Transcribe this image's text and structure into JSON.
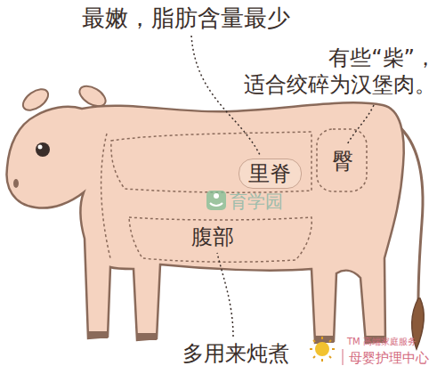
{
  "diagram": {
    "nodes": [
      {
        "text": [
          "里脊"
        ]
      },
      {
        "text": [
          "臀"
        ]
      },
      {
        "text": [
          "腹部"
        ]
      }
    ],
    "labels": [
      "最嫩，脂肪含量最少",
      "有些“柴”， 适合绞碎为汉堡肉。",
      "多用来炖煮",
      "育学园",
      "TM 高端家庭服务",
      "母婴护理中心"
    ]
  }
}
